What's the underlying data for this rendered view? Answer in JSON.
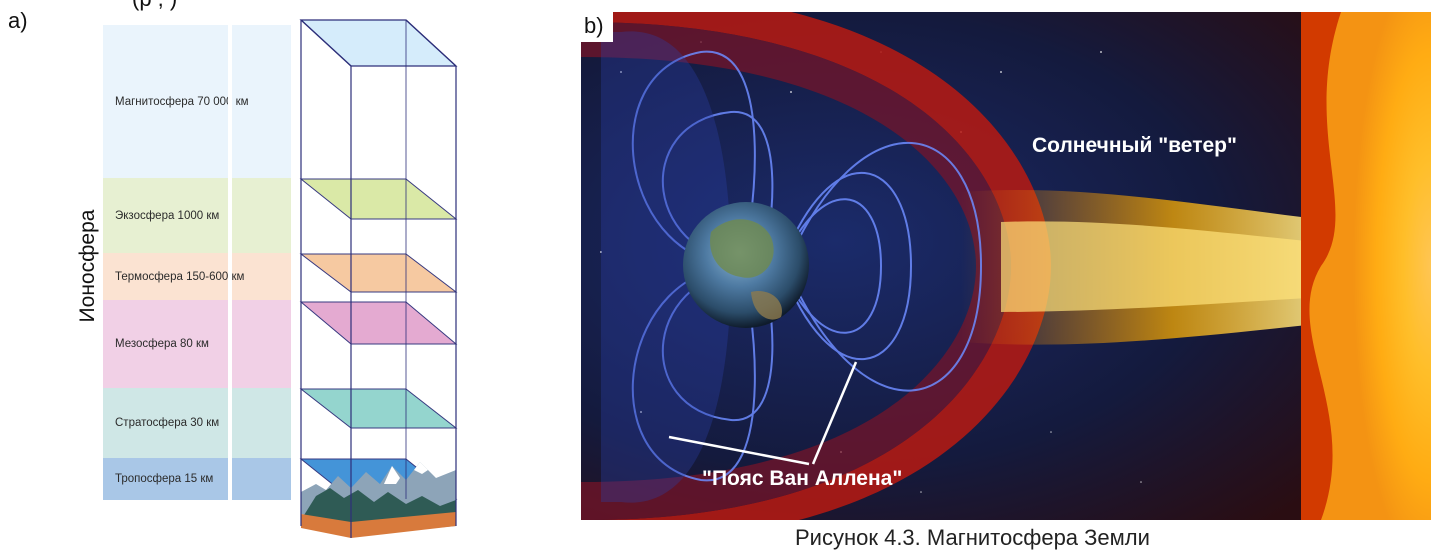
{
  "panel_a": {
    "label": "a)",
    "top_fragment": "(р       , )",
    "side_label": "Ионосфера",
    "layers": [
      {
        "name": "Магнитосфера 70 000 км",
        "color": "#eaf4fc"
      },
      {
        "name": "Экзосфера 1000 км",
        "color": "#e7f0d2"
      },
      {
        "name": "Термосфера 150-600 км",
        "color": "#fbe3d2"
      },
      {
        "name": "Мезосфера 80 км",
        "color": "#f1d0e6"
      },
      {
        "name": "Стратосфера 30 км",
        "color": "#cfe7e6"
      },
      {
        "name": "Тропосфера 15 км",
        "color": "#a9c7e7"
      }
    ],
    "plane_colors": [
      "#d9e8a3",
      "#f6c79c",
      "#e3a6cf",
      "#8fd3cc",
      "#3a8fd6"
    ]
  },
  "panel_b": {
    "label": "b)",
    "solar_wind_label": "Солнечный \"ветер\"",
    "belt_label": "\"Пояс Ван Аллена\""
  },
  "caption": "Рисунок 4.3. Магнитосфера Земли"
}
